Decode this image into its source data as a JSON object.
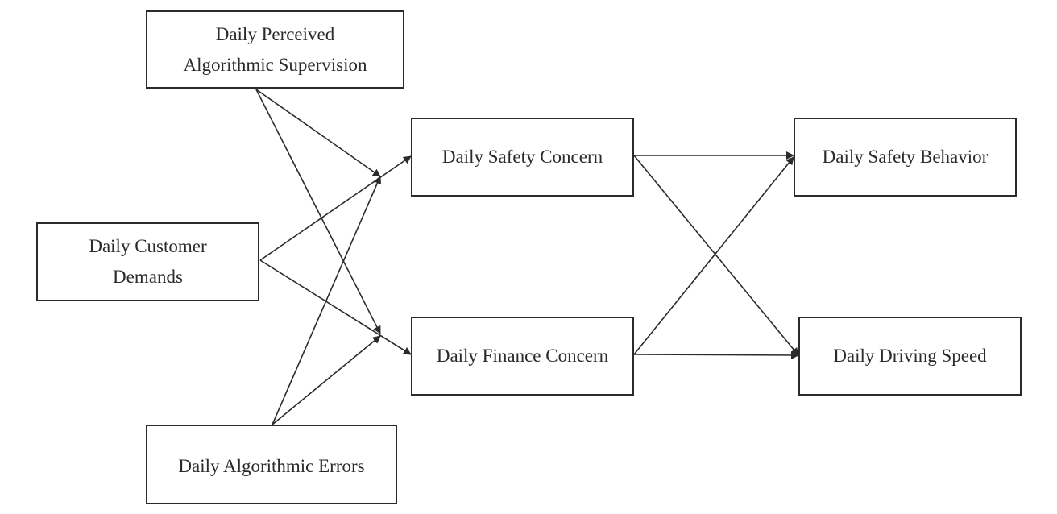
{
  "diagram": {
    "nodes": [
      {
        "id": "supervision",
        "lines": [
          "Daily Perceived",
          "Algorithmic Supervision"
        ]
      },
      {
        "id": "customer",
        "lines": [
          "Daily Customer",
          "Demands"
        ]
      },
      {
        "id": "errors",
        "lines": [
          "Daily Algorithmic Errors"
        ]
      },
      {
        "id": "safety",
        "lines": [
          "Daily Safety Concern"
        ]
      },
      {
        "id": "finance",
        "lines": [
          "Daily Finance Concern"
        ]
      },
      {
        "id": "behavior",
        "lines": [
          "Daily Safety Behavior"
        ]
      },
      {
        "id": "speed",
        "lines": [
          "Daily Driving Speed"
        ]
      }
    ],
    "edges": [
      {
        "from": "supervision",
        "to": "safety"
      },
      {
        "from": "supervision",
        "to": "finance"
      },
      {
        "from": "customer",
        "to": "safety"
      },
      {
        "from": "customer",
        "to": "finance"
      },
      {
        "from": "errors",
        "to": "safety"
      },
      {
        "from": "errors",
        "to": "finance"
      },
      {
        "from": "safety",
        "to": "behavior"
      },
      {
        "from": "safety",
        "to": "speed"
      },
      {
        "from": "finance",
        "to": "behavior"
      },
      {
        "from": "finance",
        "to": "speed"
      }
    ],
    "colors": {
      "stroke": "#2b2b2b",
      "background": "#ffffff"
    }
  }
}
